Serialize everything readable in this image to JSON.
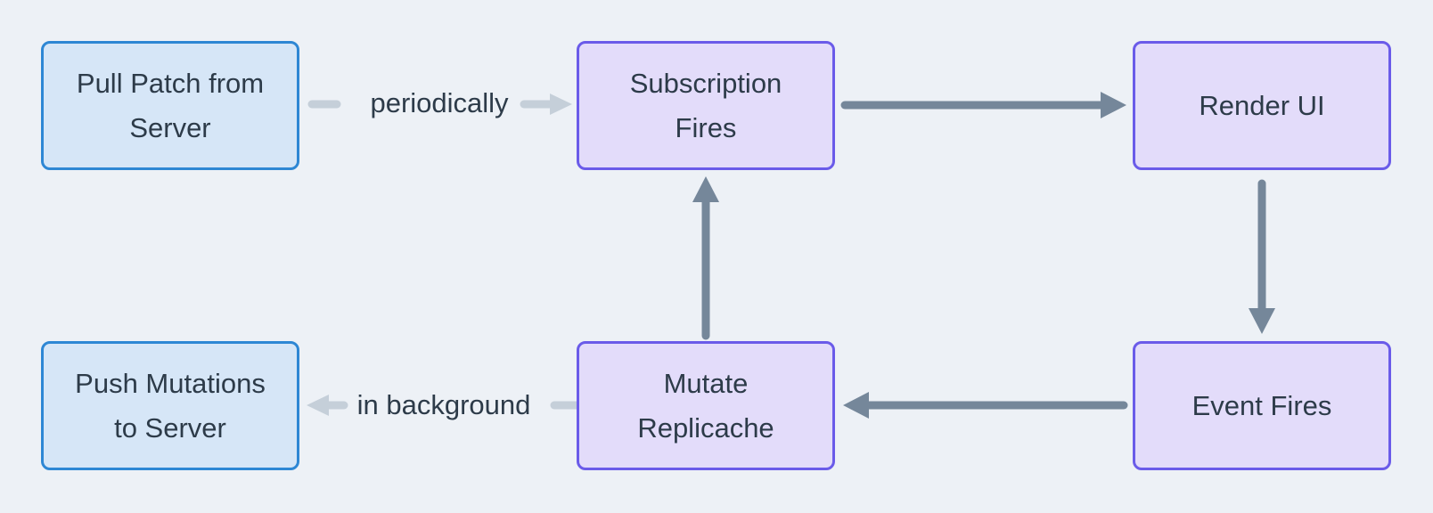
{
  "colors": {
    "background": "#edf1f6",
    "box_blue_fill": "#d6e6f7",
    "box_blue_border": "#2e87d4",
    "box_purple_fill": "#e3dcfa",
    "box_purple_border": "#6a5be9",
    "text": "#2d3b49",
    "arrow_dark": "#75879a",
    "arrow_light": "#c5cfd9"
  },
  "diagram": {
    "type": "flowchart",
    "nodes": [
      {
        "id": "pull-patch",
        "label": "Pull Patch from\nServer",
        "variant": "blue"
      },
      {
        "id": "subscription-fires",
        "label": "Subscription\nFires",
        "variant": "purple"
      },
      {
        "id": "render-ui",
        "label": "Render UI",
        "variant": "purple"
      },
      {
        "id": "push-mutations",
        "label": "Push Mutations\nto Server",
        "variant": "blue"
      },
      {
        "id": "mutate-replicache",
        "label": "Mutate\nReplicache",
        "variant": "purple"
      },
      {
        "id": "event-fires",
        "label": "Event Fires",
        "variant": "purple"
      }
    ],
    "edges": [
      {
        "from": "pull-patch",
        "to": "subscription-fires",
        "label": "periodically",
        "style": "light"
      },
      {
        "from": "subscription-fires",
        "to": "render-ui",
        "label": "",
        "style": "dark"
      },
      {
        "from": "render-ui",
        "to": "event-fires",
        "label": "",
        "style": "dark"
      },
      {
        "from": "event-fires",
        "to": "mutate-replicache",
        "label": "",
        "style": "dark"
      },
      {
        "from": "mutate-replicache",
        "to": "subscription-fires",
        "label": "",
        "style": "dark"
      },
      {
        "from": "mutate-replicache",
        "to": "push-mutations",
        "label": "in background",
        "style": "light"
      }
    ]
  }
}
